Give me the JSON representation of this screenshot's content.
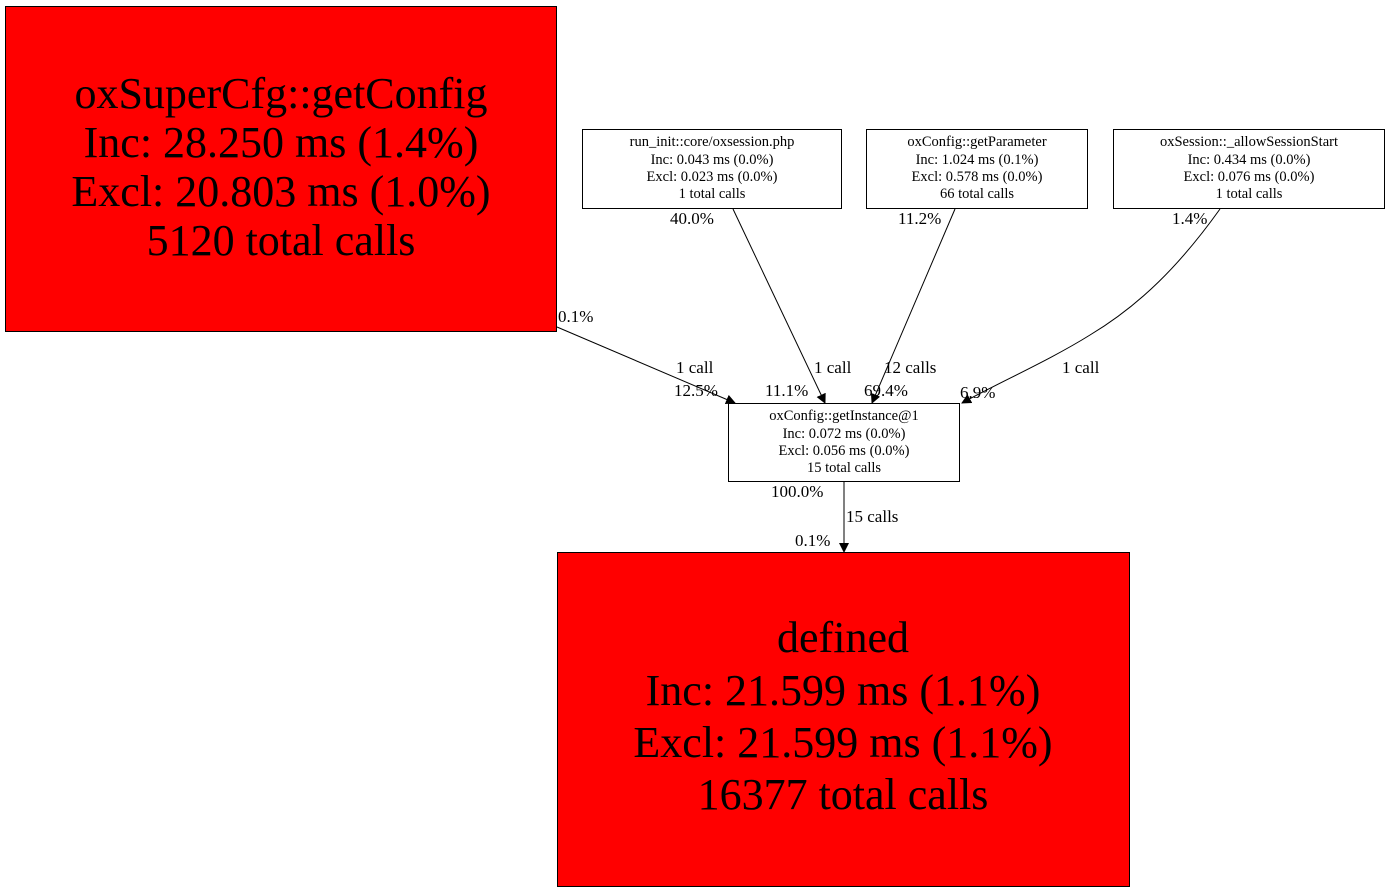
{
  "colors": {
    "hot": "#ff0000",
    "normal": "#ffffff",
    "stroke": "#000000"
  },
  "nodes": {
    "getconfig": {
      "lines": [
        "oxSuperCfg::getConfig",
        "Inc: 28.250 ms (1.4%)",
        "Excl: 20.803 ms (1.0%)",
        "5120 total calls"
      ]
    },
    "run_init": {
      "lines": [
        "run_init::core/oxsession.php",
        "Inc: 0.043 ms (0.0%)",
        "Excl: 0.023 ms (0.0%)",
        "1 total calls"
      ]
    },
    "getparameter": {
      "lines": [
        "oxConfig::getParameter",
        "Inc: 1.024 ms (0.1%)",
        "Excl: 0.578 ms (0.0%)",
        "66 total calls"
      ]
    },
    "allowsession": {
      "lines": [
        "oxSession::_allowSessionStart",
        "Inc: 0.434 ms (0.0%)",
        "Excl: 0.076 ms (0.0%)",
        "1 total calls"
      ]
    },
    "getinstance": {
      "lines": [
        "oxConfig::getInstance@1",
        "Inc: 0.072 ms (0.0%)",
        "Excl: 0.056 ms (0.0%)",
        "15 total calls"
      ]
    },
    "defined": {
      "lines": [
        "defined",
        "Inc: 21.599 ms (1.1%)",
        "Excl: 21.599 ms (1.1%)",
        "16377 total calls"
      ]
    }
  },
  "edges": {
    "getconfig_getinstance": {
      "tail": "0.1%",
      "calls": "1 call",
      "head": "12.5%"
    },
    "run_init_getinstance": {
      "tail": "40.0%",
      "calls": "1 call",
      "head": "11.1%"
    },
    "getparameter_getinstance": {
      "tail": "11.2%",
      "calls": "12 calls",
      "head": "69.4%"
    },
    "allowsession_getinstance": {
      "tail": "1.4%",
      "calls": "1 call",
      "head": "6.9%"
    },
    "getinstance_defined": {
      "tail": "100.0%",
      "calls": "15 calls",
      "head": "0.1%"
    }
  }
}
